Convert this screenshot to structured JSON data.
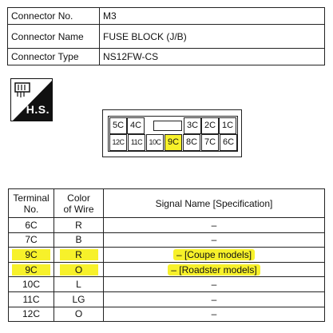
{
  "info": {
    "connector_no_label": "Connector No.",
    "connector_no": "M3",
    "connector_name_label": "Connector Name",
    "connector_name": "FUSE BLOCK (J/B)",
    "connector_type_label": "Connector Type",
    "connector_type": "NS12FW-CS"
  },
  "badge": {
    "label": "H.S."
  },
  "connector_face": {
    "top_row": [
      "5C",
      "4C",
      "3C",
      "2C",
      "1C"
    ],
    "bottom_row": [
      "12C",
      "11C",
      "10C",
      "9C",
      "8C",
      "7C",
      "6C"
    ],
    "highlighted": "9C",
    "highlight_color": "#f7f12a"
  },
  "terminal_table": {
    "headers": {
      "terminal_line1": "Terminal",
      "terminal_line2": "No.",
      "color_line1": "Color",
      "color_line2": "of Wire",
      "signal": "Signal Name [Specification]"
    },
    "rows": [
      {
        "terminal": "6C",
        "color": "R",
        "signal": "–"
      },
      {
        "terminal": "7C",
        "color": "B",
        "signal": "–"
      },
      {
        "terminal": "9C",
        "color": "R",
        "signal": "– [Coupe models]"
      },
      {
        "terminal": "9C",
        "color": "O",
        "signal": "– [Roadster models]"
      },
      {
        "terminal": "10C",
        "color": "L",
        "signal": "–"
      },
      {
        "terminal": "11C",
        "color": "LG",
        "signal": "–"
      },
      {
        "terminal": "12C",
        "color": "O",
        "signal": "–"
      }
    ]
  }
}
